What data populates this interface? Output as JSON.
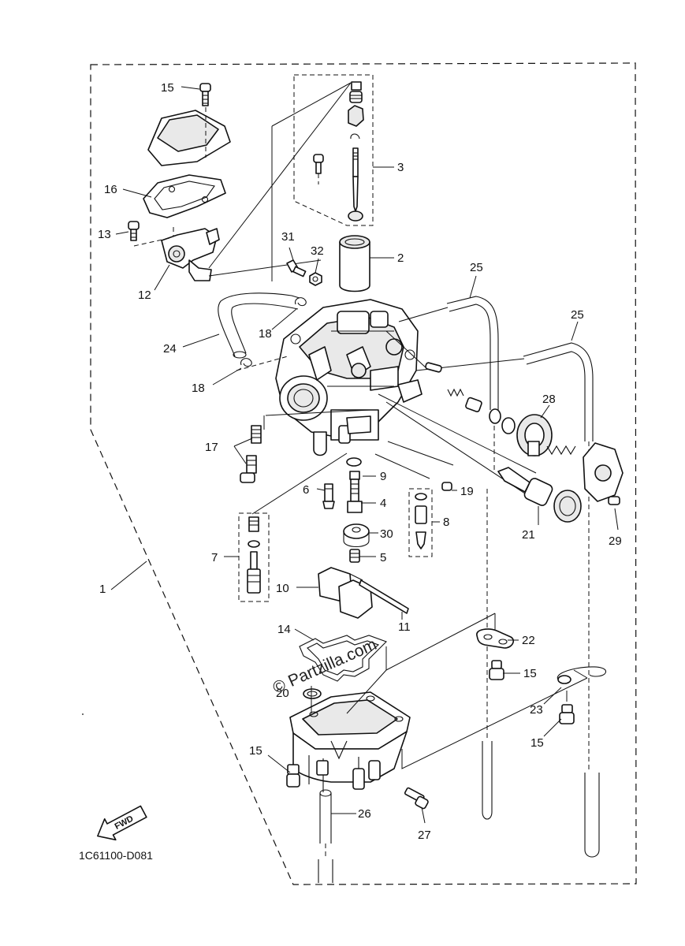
{
  "diagram_code": "1C61100-D081",
  "watermark": "© Partzilla.com",
  "fwd_label": "FWD",
  "callouts": {
    "c1": "1",
    "c2": "2",
    "c3": "3",
    "c4": "4",
    "c5": "5",
    "c6": "6",
    "c7": "7",
    "c8": "8",
    "c9": "9",
    "c10": "10",
    "c11": "11",
    "c12": "12",
    "c13": "13",
    "c14": "14",
    "c15a": "15",
    "c15b": "15",
    "c15c": "15",
    "c15d": "15",
    "c16": "16",
    "c17": "17",
    "c18a": "18",
    "c18b": "18",
    "c19": "19",
    "c20": "20",
    "c21": "21",
    "c22": "22",
    "c23": "23",
    "c24": "24",
    "c25a": "25",
    "c25b": "25",
    "c26": "26",
    "c27": "27",
    "c28": "28",
    "c29": "29",
    "c30": "30",
    "c31": "31",
    "c32": "32"
  },
  "icons": [
    "fwd-arrow-icon"
  ]
}
